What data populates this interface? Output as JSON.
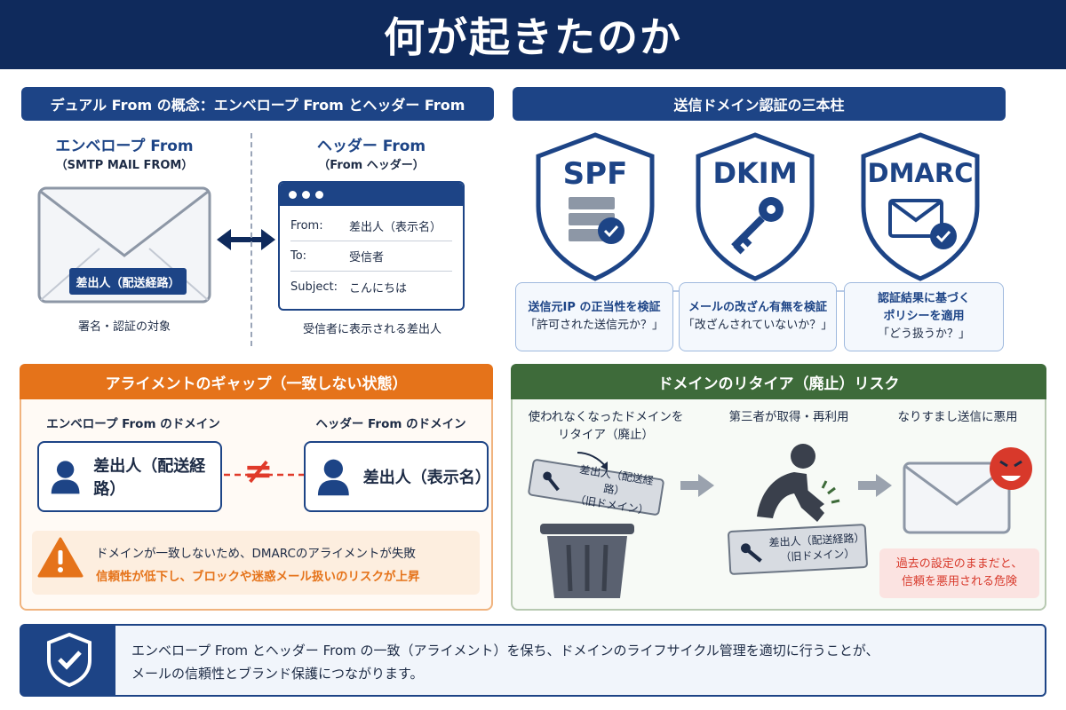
{
  "title": "何が起きたのか",
  "dual": {
    "header": "デュアル From の概念：エンベロープ From とヘッダー From",
    "envelope_title": "エンベロープ From",
    "envelope_sub": "（SMTP MAIL FROM）",
    "envelope_label": "差出人（配送経路）",
    "envelope_caption": "署名・認証の対象",
    "header_title": "ヘッダー From",
    "header_sub": "（From ヘッダー）",
    "mail_rows": [
      {
        "k": "From:",
        "v": "差出人（表示名）"
      },
      {
        "k": "To:",
        "v": "受信者"
      },
      {
        "k": "Subject:",
        "v": "こんにちは"
      }
    ],
    "header_caption": "受信者に表示される差出人"
  },
  "auth": {
    "header": "送信ドメイン認証の三本柱",
    "pillars": [
      {
        "name": "SPF",
        "line1": "送信元IP の正当性を検証",
        "line2": "「許可された送信元か？」",
        "line3": ""
      },
      {
        "name": "DKIM",
        "line1": "メールの改ざん有無を検証",
        "line2": "「改ざんされていないか？」",
        "line3": ""
      },
      {
        "name": "DMARC",
        "line1": "認証結果に基づく",
        "line2": "ポリシーを適用",
        "line3": "「どう扱うか？」"
      }
    ]
  },
  "gap": {
    "header": "アライメントのギャップ（一致しない状態）",
    "left_title": "エンベロープ From のドメイン",
    "left_name": "差出人（配送経路）",
    "right_title": "ヘッダー From のドメイン",
    "right_name": "差出人（表示名）",
    "neq": "≠",
    "warn1": "ドメインが一致しないため、DMARCのアライメントが失敗",
    "warn2": "信頼性が低下し、ブロックや迷惑メール扱いのリスクが上昇"
  },
  "retire": {
    "header": "ドメインのリタイア（廃止）リスク",
    "step1_l1": "使われなくなったドメインを",
    "step1_l2": "リタイア（廃止）",
    "step2": "第三者が取得・再利用",
    "step3": "なりすまし送信に悪用",
    "tag_l1": "差出人（配送経路）",
    "tag_l2": "（旧ドメイン）",
    "danger_l1": "過去の設定のままだと、",
    "danger_l2": "信頼を悪用される危険"
  },
  "footer": {
    "line1": "エンベロープ From とヘッダー From の一致（アライメント）を保ち、ドメインのライフサイクル管理を適切に行うことが、",
    "line2": "メールの信頼性とブランド保護につながります。"
  },
  "colors": {
    "navy": "#1d4486",
    "orange": "#e5731a",
    "green": "#3e6b3a",
    "red": "#e03a2a"
  }
}
